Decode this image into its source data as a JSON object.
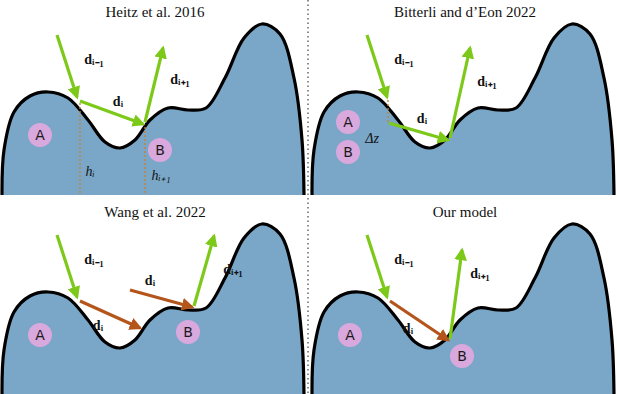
{
  "diagram": {
    "nodes": [
      {
        "text": [
          "A"
        ]
      },
      {
        "text": [
          "B"
        ]
      },
      {
        "text": [
          "A"
        ]
      },
      {
        "text": [
          "B"
        ]
      },
      {
        "text": [
          "A"
        ]
      },
      {
        "text": [
          "B"
        ]
      },
      {
        "text": [
          "A"
        ]
      },
      {
        "text": [
          "B"
        ]
      }
    ],
    "labels": [
      "Heitz et al. 2016",
      "dᵢ₋₁",
      "dᵢ",
      "dᵢ₊₁",
      "hᵢ",
      "hᵢ₊₁",
      "Bitterli and d’Eon 2022",
      "dᵢ₋₁",
      "Δz",
      "dᵢ",
      "dᵢ₊₁",
      "Wang et al. 2022",
      "dᵢ₋₁",
      "dᵢ",
      "dᵢ",
      "dᵢ₊₁",
      "Our model",
      "dᵢ₋₁",
      "dᵢ",
      "dᵢ₊₁"
    ]
  }
}
